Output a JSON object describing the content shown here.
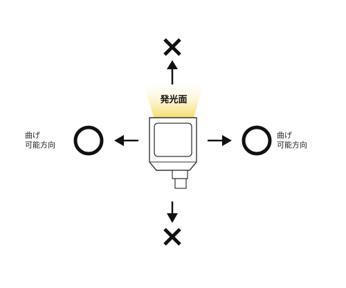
{
  "sensor": {
    "emitting_face_label": "発光面"
  },
  "bend_labels": {
    "left_line1": "曲げ",
    "left_line2": "可能方向",
    "right_line1": "曲げ",
    "right_line2": "可能方向"
  },
  "directions": {
    "up": "×",
    "down": "×",
    "left": "○",
    "right": "○"
  },
  "colors": {
    "glow": "#f7e27a",
    "ink": "#111111",
    "outline": "#333333"
  }
}
